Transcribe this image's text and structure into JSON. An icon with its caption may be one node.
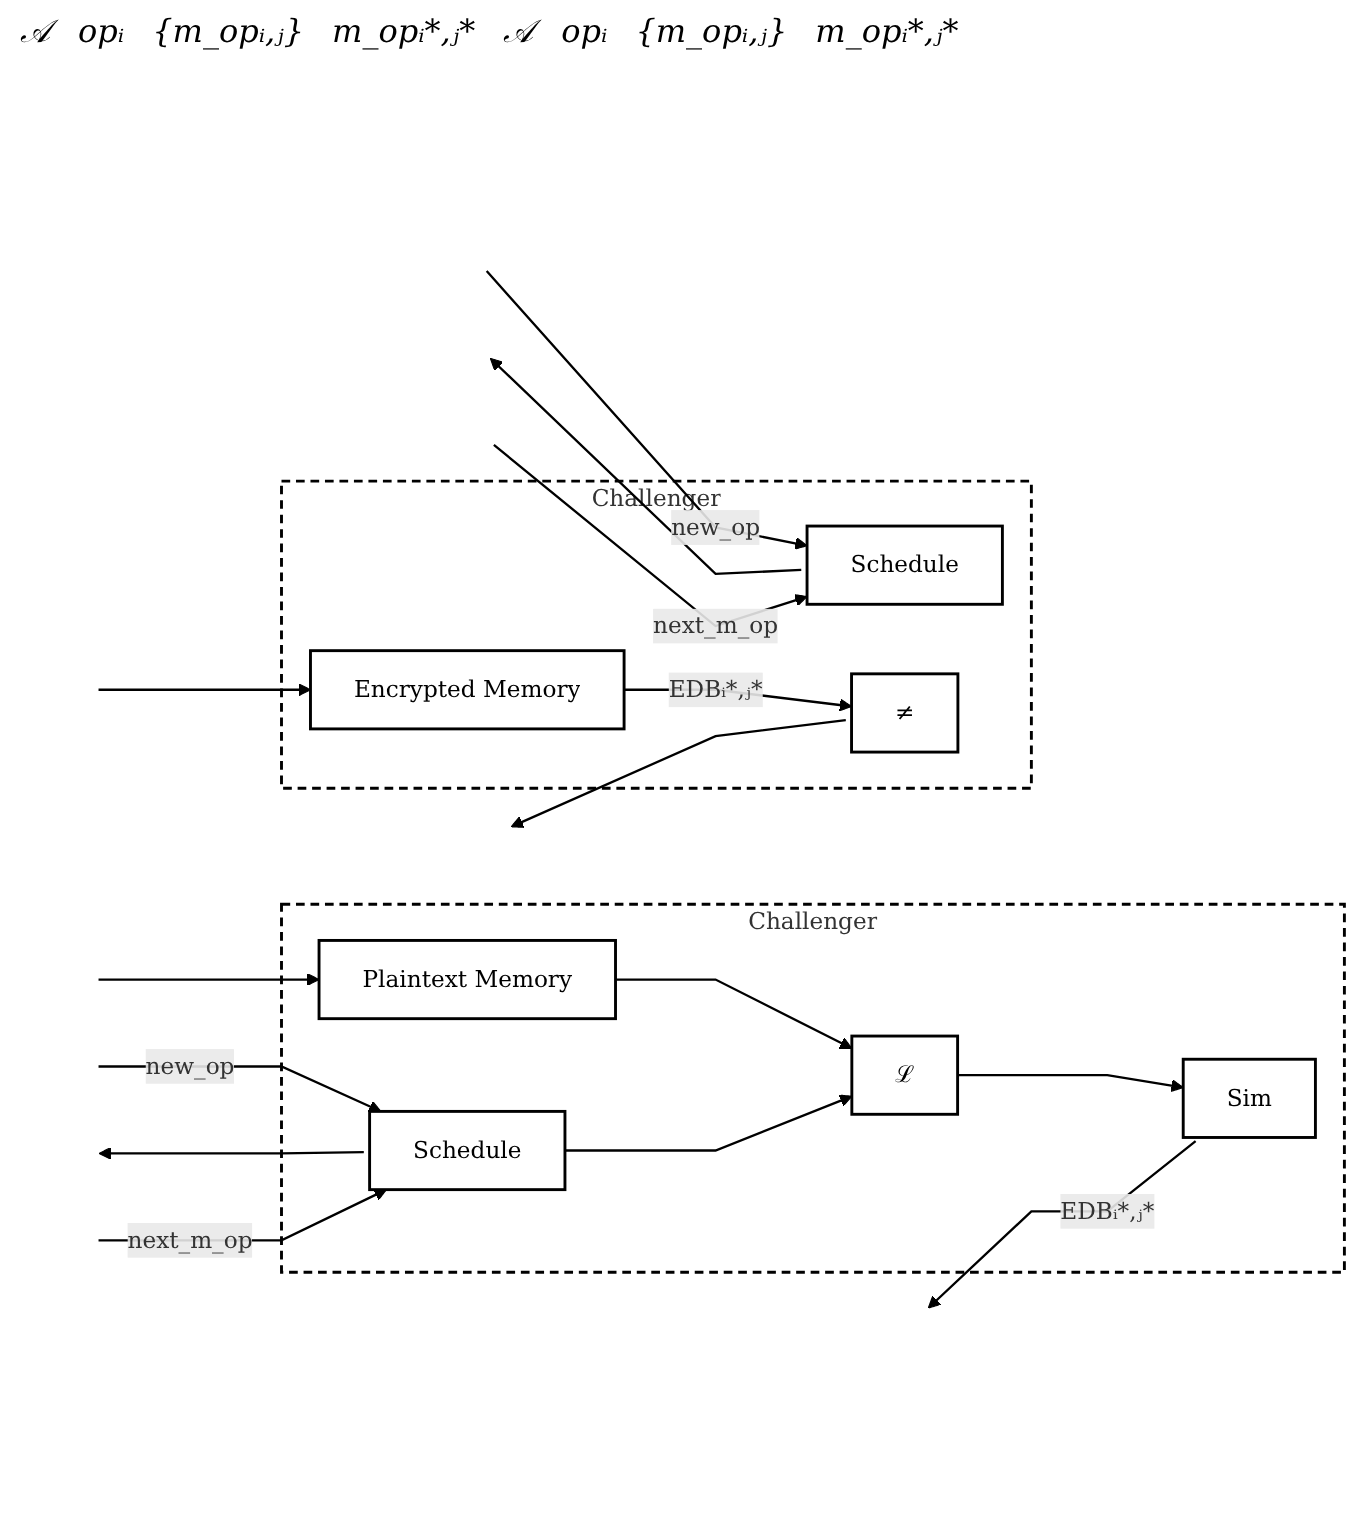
{
  "diagram": {
    "nodes": [
      {
        "text": [
          "Challenger"
        ]
      },
      {
        "text": [
          "Schedule"
        ],
        "in": 0
      },
      {
        "text": [
          "Encrypted Memory"
        ],
        "in": 0
      },
      {
        "text": [
          "≠"
        ],
        "in": 0
      },
      {
        "text": [
          "Challenger"
        ]
      },
      {
        "text": [
          "Schedule"
        ],
        "in": 4
      },
      {
        "text": [
          "Plaintext Memory"
        ],
        "in": 4
      },
      {
        "text": [
          "ℒ"
        ],
        "in": 4
      },
      {
        "text": [
          "Sim"
        ],
        "in": 4
      }
    ],
    "edges": [
      {
        "from": null,
        "to": 1,
        "arrow": "to",
        "label": "new_op"
      },
      {
        "from": 1,
        "to": null,
        "arrow": "to"
      },
      {
        "from": null,
        "to": 1,
        "arrow": "to",
        "label": "next_m_op"
      },
      {
        "from": null,
        "to": 2,
        "arrow": "to"
      },
      {
        "from": 2,
        "to": 3,
        "arrow": "to",
        "label": "EDBᵢ*,ⱼ*"
      },
      {
        "from": 3,
        "to": null,
        "arrow": "to"
      },
      {
        "from": null,
        "to": 5,
        "arrow": "to",
        "label": "new_op"
      },
      {
        "from": 5,
        "to": null,
        "arrow": "to"
      },
      {
        "from": null,
        "to": 5,
        "arrow": "to",
        "label": "next_m_op"
      },
      {
        "from": null,
        "to": 6,
        "arrow": "to"
      },
      {
        "from": 6,
        "to": 7,
        "arrow": "to"
      },
      {
        "from": 5,
        "to": 7,
        "arrow": "to"
      },
      {
        "from": 7,
        "to": 8,
        "arrow": "to"
      },
      {
        "from": 8,
        "to": null,
        "arrow": "to",
        "label": "EDBᵢ*,ⱼ*"
      }
    ],
    "labels": [
      "𝒜",
      "opᵢ",
      "{m_opᵢ,ⱼ}",
      "m_opᵢ*,ⱼ*",
      "𝒜",
      "opᵢ",
      "{m_opᵢ,ⱼ}",
      "m_opᵢ*,ⱼ*"
    ]
  }
}
